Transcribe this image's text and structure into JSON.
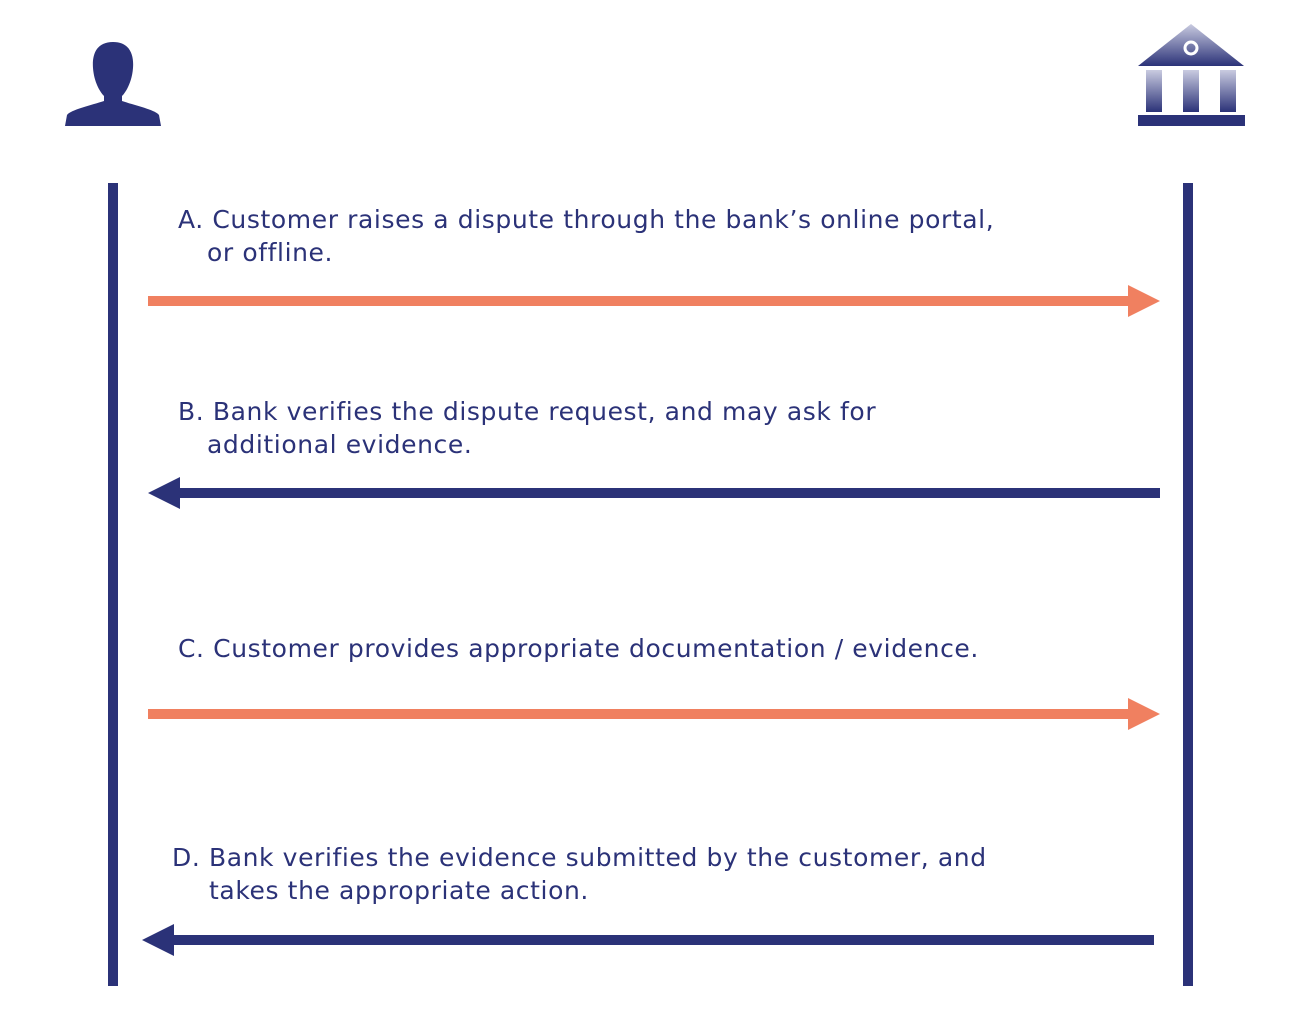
{
  "actors": {
    "customer": {
      "icon": "person-icon"
    },
    "bank": {
      "icon": "bank-icon"
    }
  },
  "colors": {
    "navy": "#2b3278",
    "orange": "#f08060"
  },
  "steps": [
    {
      "line1": "A. Customer raises a dispute through the bank’s online portal,",
      "line2": "or offline.",
      "direction": "customer-to-bank"
    },
    {
      "line1": "B. Bank verifies the dispute request, and may ask for",
      "line2": "additional evidence.",
      "direction": "bank-to-customer"
    },
    {
      "line1": "C. Customer provides appropriate documentation / evidence.",
      "direction": "customer-to-bank"
    },
    {
      "line1": "D. Bank verifies the evidence submitted by the customer, and",
      "line2": "takes the appropriate action.",
      "direction": "bank-to-customer"
    }
  ]
}
